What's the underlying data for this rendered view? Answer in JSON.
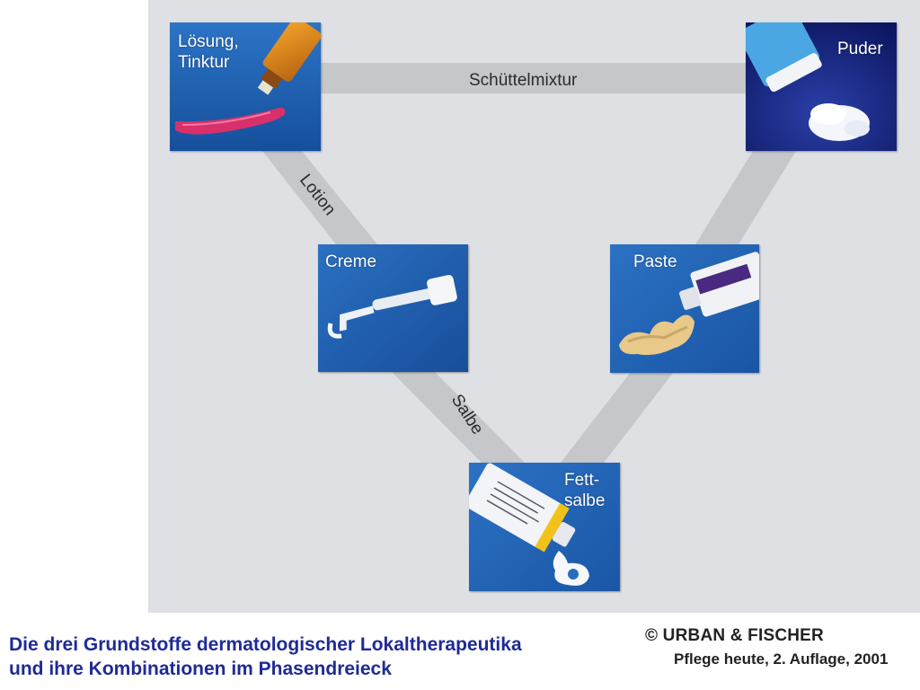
{
  "diagram": {
    "edges": {
      "top": "Schüttelmixtur",
      "left_upper": "Lotion",
      "left_lower": "Salbe"
    },
    "nodes": {
      "loesung": "Lösung,\nTinktur",
      "puder": "Puder",
      "creme": "Creme",
      "paste": "Paste",
      "fettsalbe": "Fett-\nsalbe"
    },
    "icons": {
      "loesung": "dropper-bottle-and-spoon-icon",
      "puder": "powder-shaker-icon",
      "creme": "cream-tube-icon",
      "paste": "paste-tube-icon",
      "fettsalbe": "ointment-tube-icon"
    },
    "colors": {
      "tile_blue": "#1f62b4",
      "band_gray": "#c6c7cb",
      "panel_gray": "#dfe0e4",
      "caption_blue": "#1e2b96"
    }
  },
  "caption": {
    "line1": "Die drei Grundstoffe dermatologischer Lokaltherapeutika",
    "line2": "und ihre Kombinationen im Phasendreieck"
  },
  "credit": {
    "publisher": "© URBAN & FISCHER",
    "source": "Pflege heute, 2. Auflage, 2001"
  }
}
